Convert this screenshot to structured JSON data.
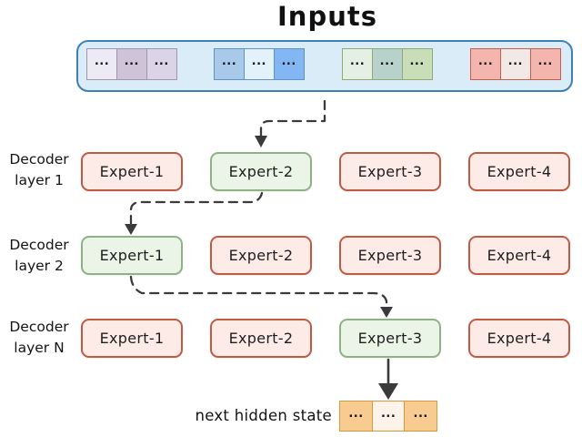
{
  "title": "Inputs",
  "input_panel": {
    "panel_fill": "#d9ecf8",
    "panel_border": "#3c80b4",
    "groups": [
      {
        "name": "purple-token-group",
        "border": "#a295ae",
        "cells": [
          {
            "text": "...",
            "fill": "#ecebf5"
          },
          {
            "text": "...",
            "fill": "#cfc3d8"
          },
          {
            "text": "...",
            "fill": "#dbd3e6"
          }
        ]
      },
      {
        "name": "blue-token-group",
        "border": "#5f93c8",
        "cells": [
          {
            "text": "...",
            "fill": "#a9c9ea"
          },
          {
            "text": "...",
            "fill": "#e3f1fb"
          },
          {
            "text": "...",
            "fill": "#83b7f3"
          }
        ]
      },
      {
        "name": "green-token-group",
        "border": "#90aa74",
        "cells": [
          {
            "text": "...",
            "fill": "#e3f0e3"
          },
          {
            "text": "...",
            "fill": "#b7d2ca"
          },
          {
            "text": "...",
            "fill": "#c9ddb8"
          }
        ]
      },
      {
        "name": "red-token-group",
        "border": "#c2604d",
        "cells": [
          {
            "text": "...",
            "fill": "#f3b5ad"
          },
          {
            "text": "...",
            "fill": "#f2e8e5"
          },
          {
            "text": "...",
            "fill": "#f3b5ad"
          }
        ]
      }
    ]
  },
  "expert_colors": {
    "default_fill": "#fcebe7",
    "default_border": "#c05a43",
    "selected_fill": "#eaf4e7",
    "selected_border": "#8fb285"
  },
  "layers": [
    {
      "label_line1": "Decoder",
      "label_line2": "layer 1",
      "selected_expert": "Expert-2",
      "experts": [
        {
          "label": "Expert-1",
          "selected": false
        },
        {
          "label": "Expert-2",
          "selected": true
        },
        {
          "label": "Expert-3",
          "selected": false
        },
        {
          "label": "Expert-4",
          "selected": false
        }
      ]
    },
    {
      "label_line1": "Decoder",
      "label_line2": "layer 2",
      "selected_expert": "Expert-1",
      "experts": [
        {
          "label": "Expert-1",
          "selected": true
        },
        {
          "label": "Expert-2",
          "selected": false
        },
        {
          "label": "Expert-3",
          "selected": false
        },
        {
          "label": "Expert-4",
          "selected": false
        }
      ]
    },
    {
      "label_line1": "Decoder",
      "label_line2": "layer N",
      "selected_expert": "Expert-3",
      "experts": [
        {
          "label": "Expert-1",
          "selected": false
        },
        {
          "label": "Expert-2",
          "selected": false
        },
        {
          "label": "Expert-3",
          "selected": true
        },
        {
          "label": "Expert-4",
          "selected": false
        }
      ]
    }
  ],
  "routing": {
    "arrow_color": "#3a3a3a",
    "paths": [
      "inputs to layer-1 Expert-2",
      "layer-1 Expert-2 to layer-2 Expert-1",
      "layer-2 Expert-1 to layer-N Expert-3",
      "layer-N Expert-3 to next hidden state"
    ]
  },
  "output": {
    "label": "next hidden state",
    "group_border": "#d39a40",
    "cells": [
      {
        "text": "...",
        "fill": "#f8cb90"
      },
      {
        "text": "...",
        "fill": "#fdf3eb"
      },
      {
        "text": "...",
        "fill": "#f8cb90"
      }
    ]
  }
}
